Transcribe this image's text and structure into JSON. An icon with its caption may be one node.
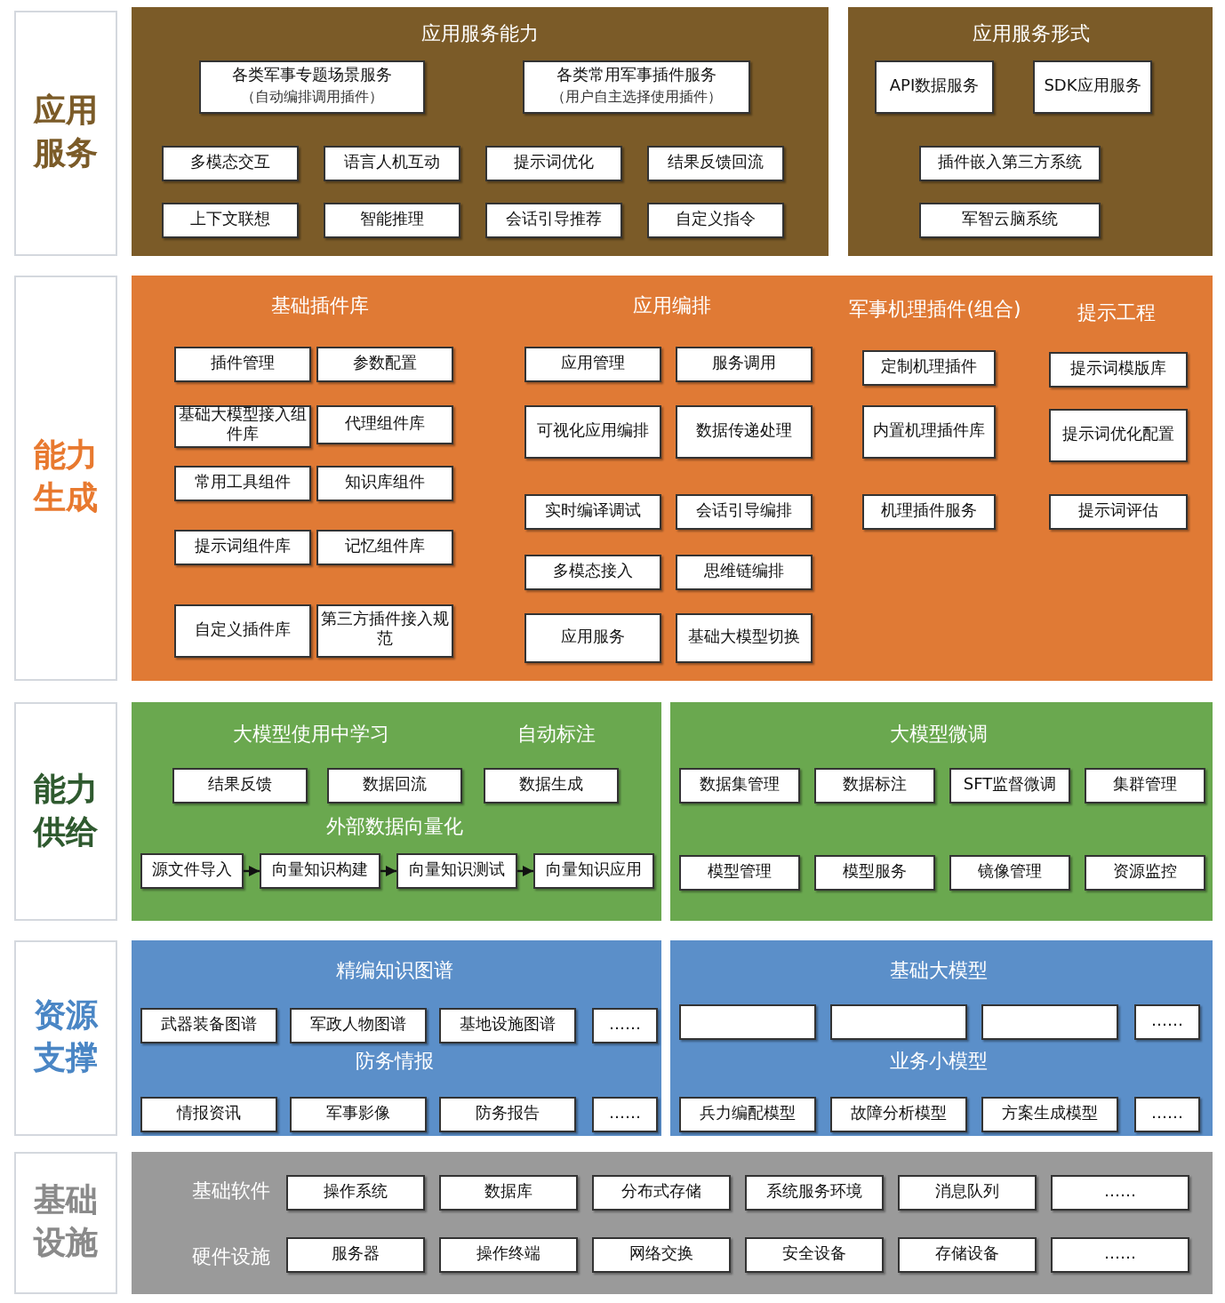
{
  "diagram": {
    "nodes": [
      {
        "text": [
          "应用服务"
        ]
      },
      {
        "text": [
          "应用服务能力"
        ]
      },
      {
        "text": [
          "各类军事专题场景服务",
          "（自动编排调用插件）"
        ],
        "in": 1
      },
      {
        "text": [
          "各类常用军事插件服务",
          "（用户自主选择使用插件）"
        ],
        "in": 1
      },
      {
        "text": [
          "多模态交互"
        ],
        "in": 1
      },
      {
        "text": [
          "语言人机互动"
        ],
        "in": 1
      },
      {
        "text": [
          "提示词优化"
        ],
        "in": 1
      },
      {
        "text": [
          "结果反馈回流"
        ],
        "in": 1
      },
      {
        "text": [
          "上下文联想"
        ],
        "in": 1
      },
      {
        "text": [
          "智能推理"
        ],
        "in": 1
      },
      {
        "text": [
          "会话引导推荐"
        ],
        "in": 1
      },
      {
        "text": [
          "自定义指令"
        ],
        "in": 1
      },
      {
        "text": [
          "应用服务形式"
        ]
      },
      {
        "text": [
          "API数据服务"
        ],
        "in": 12
      },
      {
        "text": [
          "SDK应用服务"
        ],
        "in": 12
      },
      {
        "text": [
          "插件嵌入第三方系统"
        ],
        "in": 12
      },
      {
        "text": [
          "军智云脑系统"
        ],
        "in": 12
      },
      {
        "text": [
          "能力生成"
        ]
      },
      {
        "text": [
          "基础插件库",
          "应用编排",
          "军事机理插件(组合)",
          "提示工程"
        ]
      },
      {
        "text": [
          "插件管理"
        ],
        "in": 18
      },
      {
        "text": [
          "参数配置"
        ],
        "in": 18
      },
      {
        "text": [
          "基础大模型接入组件库"
        ],
        "in": 18
      },
      {
        "text": [
          "代理组件库"
        ],
        "in": 18
      },
      {
        "text": [
          "常用工具组件"
        ],
        "in": 18
      },
      {
        "text": [
          "知识库组件"
        ],
        "in": 18
      },
      {
        "text": [
          "提示词组件库"
        ],
        "in": 18
      },
      {
        "text": [
          "记忆组件库"
        ],
        "in": 18
      },
      {
        "text": [
          "自定义插件库"
        ],
        "in": 18
      },
      {
        "text": [
          "第三方插件接入规范"
        ],
        "in": 18
      },
      {
        "text": [
          "应用管理"
        ],
        "in": 18
      },
      {
        "text": [
          "服务调用"
        ],
        "in": 18
      },
      {
        "text": [
          "可视化应用编排"
        ],
        "in": 18
      },
      {
        "text": [
          "数据传递处理"
        ],
        "in": 18
      },
      {
        "text": [
          "实时编译调试"
        ],
        "in": 18
      },
      {
        "text": [
          "会话引导编排"
        ],
        "in": 18
      },
      {
        "text": [
          "多模态接入"
        ],
        "in": 18
      },
      {
        "text": [
          "思维链编排"
        ],
        "in": 18
      },
      {
        "text": [
          "应用服务"
        ],
        "in": 18
      },
      {
        "text": [
          "基础大模型切换"
        ],
        "in": 18
      },
      {
        "text": [
          "定制机理插件"
        ],
        "in": 18
      },
      {
        "text": [
          "内置机理插件库"
        ],
        "in": 18
      },
      {
        "text": [
          "机理插件服务"
        ],
        "in": 18
      },
      {
        "text": [
          "提示词模版库"
        ],
        "in": 18
      },
      {
        "text": [
          "提示词优化配置"
        ],
        "in": 18
      },
      {
        "text": [
          "提示词评估"
        ],
        "in": 18
      },
      {
        "text": [
          "能力供给"
        ]
      },
      {
        "text": [
          "大模型使用中学习",
          "自动标注",
          "外部数据向量化"
        ]
      },
      {
        "text": [
          "结果反馈"
        ],
        "in": 46
      },
      {
        "text": [
          "数据回流"
        ],
        "in": 46
      },
      {
        "text": [
          "数据生成"
        ],
        "in": 46
      },
      {
        "text": [
          "源文件导入"
        ],
        "in": 46
      },
      {
        "text": [
          "向量知识构建"
        ],
        "in": 46
      },
      {
        "text": [
          "向量知识测试"
        ],
        "in": 46
      },
      {
        "text": [
          "向量知识应用"
        ],
        "in": 46
      },
      {
        "text": [
          "大模型微调"
        ]
      },
      {
        "text": [
          "数据集管理"
        ],
        "in": 54
      },
      {
        "text": [
          "数据标注"
        ],
        "in": 54
      },
      {
        "text": [
          "SFT监督微调"
        ],
        "in": 54
      },
      {
        "text": [
          "集群管理"
        ],
        "in": 54
      },
      {
        "text": [
          "模型管理"
        ],
        "in": 54
      },
      {
        "text": [
          "模型服务"
        ],
        "in": 54
      },
      {
        "text": [
          "镜像管理"
        ],
        "in": 54
      },
      {
        "text": [
          "资源监控"
        ],
        "in": 54
      },
      {
        "text": [
          "资源支撑"
        ]
      },
      {
        "text": [
          "精编知识图谱",
          "防务情报"
        ]
      },
      {
        "text": [
          "武器装备图谱"
        ],
        "in": 64
      },
      {
        "text": [
          "军政人物图谱"
        ],
        "in": 64
      },
      {
        "text": [
          "基地设施图谱"
        ],
        "in": 64
      },
      {
        "text": [
          "……"
        ],
        "in": 64
      },
      {
        "text": [
          "情报资讯"
        ],
        "in": 64
      },
      {
        "text": [
          "军事影像"
        ],
        "in": 64
      },
      {
        "text": [
          "防务报告"
        ],
        "in": 64
      },
      {
        "text": [
          "……"
        ],
        "in": 64
      },
      {
        "text": [
          "基础大模型",
          "业务小模型"
        ]
      },
      {
        "text": [],
        "shape": "box",
        "in": 73
      },
      {
        "text": [],
        "shape": "box",
        "in": 73
      },
      {
        "text": [],
        "shape": "box",
        "in": 73
      },
      {
        "text": [
          "……"
        ],
        "in": 73
      },
      {
        "text": [
          "兵力编配模型"
        ],
        "in": 73
      },
      {
        "text": [
          "故障分析模型"
        ],
        "in": 73
      },
      {
        "text": [
          "方案生成模型"
        ],
        "in": 73
      },
      {
        "text": [
          "……"
        ],
        "in": 73
      },
      {
        "text": [
          "基础设施"
        ]
      },
      {
        "text": [
          "基础软件",
          "硬件设施"
        ]
      },
      {
        "text": [
          "操作系统"
        ],
        "in": 83
      },
      {
        "text": [
          "数据库"
        ],
        "in": 83
      },
      {
        "text": [
          "分布式存储"
        ],
        "in": 83
      },
      {
        "text": [
          "系统服务环境"
        ],
        "in": 83
      },
      {
        "text": [
          "消息队列"
        ],
        "in": 83
      },
      {
        "text": [
          "……"
        ],
        "in": 83
      },
      {
        "text": [
          "服务器"
        ],
        "in": 83
      },
      {
        "text": [
          "操作终端"
        ],
        "in": 83
      },
      {
        "text": [
          "网络交换"
        ],
        "in": 83
      },
      {
        "text": [
          "安全设备"
        ],
        "in": 83
      },
      {
        "text": [
          "存储设备"
        ],
        "in": 83
      },
      {
        "text": [
          "……"
        ],
        "in": 83
      }
    ],
    "edges": [
      {
        "from": 50,
        "to": 51,
        "arrow": "to"
      },
      {
        "from": 51,
        "to": 52,
        "arrow": "to"
      },
      {
        "from": 52,
        "to": 53,
        "arrow": "to"
      }
    ]
  }
}
